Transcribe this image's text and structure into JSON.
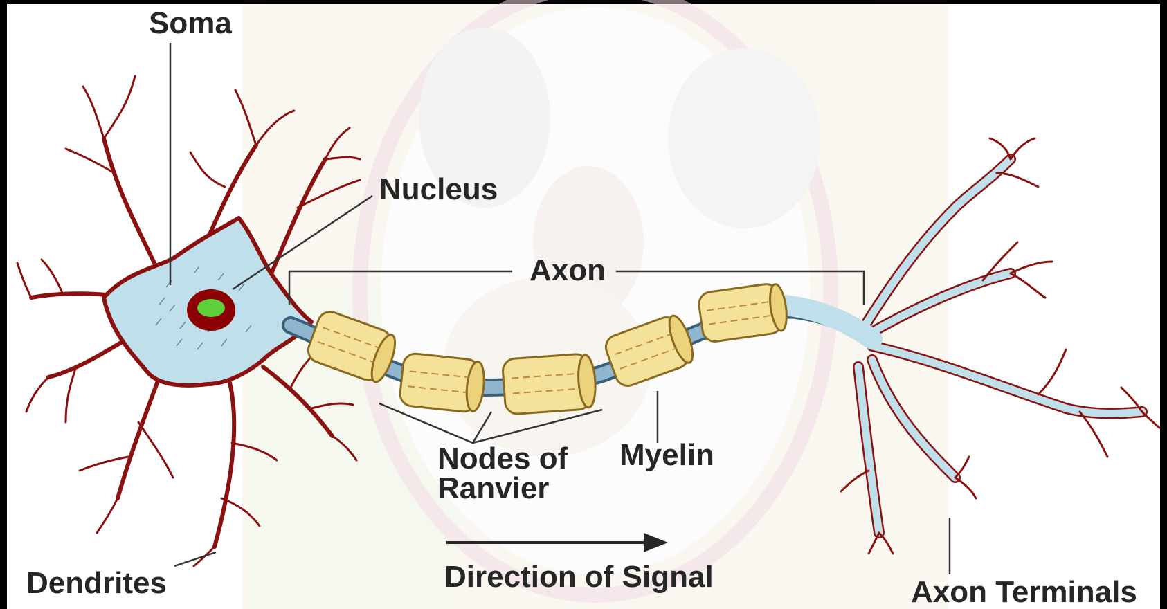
{
  "labels": {
    "soma": "Soma",
    "nucleus": "Nucleus",
    "axon": "Axon",
    "dendrites": "Dendrites",
    "nodes_of_ranvier_line1": "Nodes of",
    "nodes_of_ranvier_line2": "Ranvier",
    "myelin": "Myelin",
    "direction_of_signal": "Direction of Signal",
    "axon_terminals": "Axon Terminals"
  },
  "colors": {
    "cell_body": "#bfe0ea",
    "membrane": "#8b1111",
    "nucleus": "#8b0000",
    "nucleolus": "#5dd13a",
    "myelin_fill": "#f5e29a",
    "myelin_stroke": "#8a6a20",
    "node_axon": "#6f99b6",
    "label": "#262626",
    "watermark": "#ead9dc"
  }
}
